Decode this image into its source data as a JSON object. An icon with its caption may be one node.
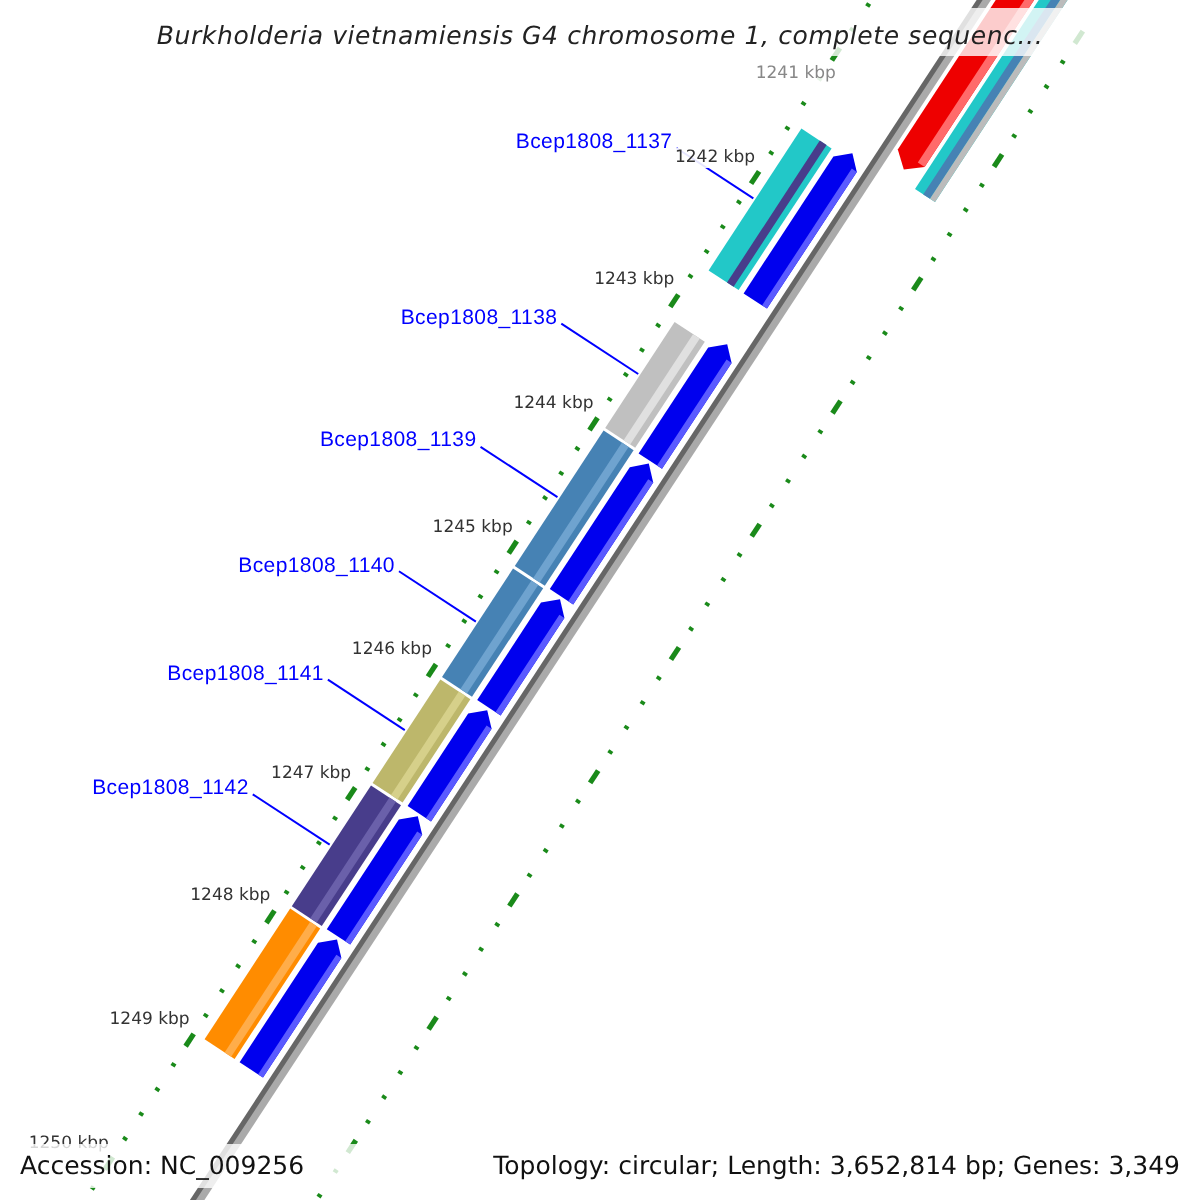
{
  "diagram": {
    "title": "Burkholderia vietnamiensis G4 chromosome 1, complete sequenc...",
    "nodes": [
      {
        "text": [
          "Bcep1808_1137"
        ]
      },
      {
        "text": [
          "Bcep1808_1138"
        ]
      },
      {
        "text": [
          "Bcep1808_1139"
        ]
      },
      {
        "text": [
          "Bcep1808_1140"
        ]
      },
      {
        "text": [
          "Bcep1808_1141"
        ]
      },
      {
        "text": [
          "Bcep1808_1142"
        ]
      },
      {
        "text": [],
        "shape": "bar"
      },
      {
        "text": [],
        "shape": "bar"
      },
      {
        "text": [],
        "shape": "bar"
      },
      {
        "text": [],
        "shape": "bar"
      },
      {
        "text": [],
        "shape": "bar"
      },
      {
        "text": [],
        "shape": "bar"
      }
    ],
    "edges": [
      {
        "from": 0,
        "to": 6,
        "arrow": "none"
      },
      {
        "from": 1,
        "to": 7,
        "arrow": "none"
      },
      {
        "from": 2,
        "to": 8,
        "arrow": "none"
      },
      {
        "from": 3,
        "to": 9,
        "arrow": "none"
      },
      {
        "from": 4,
        "to": 10,
        "arrow": "none"
      },
      {
        "from": 5,
        "to": 11,
        "arrow": "none"
      }
    ],
    "labels": [
      "1241 kbp",
      "1242 kbp",
      "1243 kbp",
      "1244 kbp",
      "1245 kbp",
      "1246 kbp",
      "1247 kbp",
      "1248 kbp",
      "1249 kbp",
      "1250 kbp",
      "Accession: NC_009256",
      "Topology: circular; Length: 3,652,814 bp; Genes: 3,349"
    ]
  }
}
